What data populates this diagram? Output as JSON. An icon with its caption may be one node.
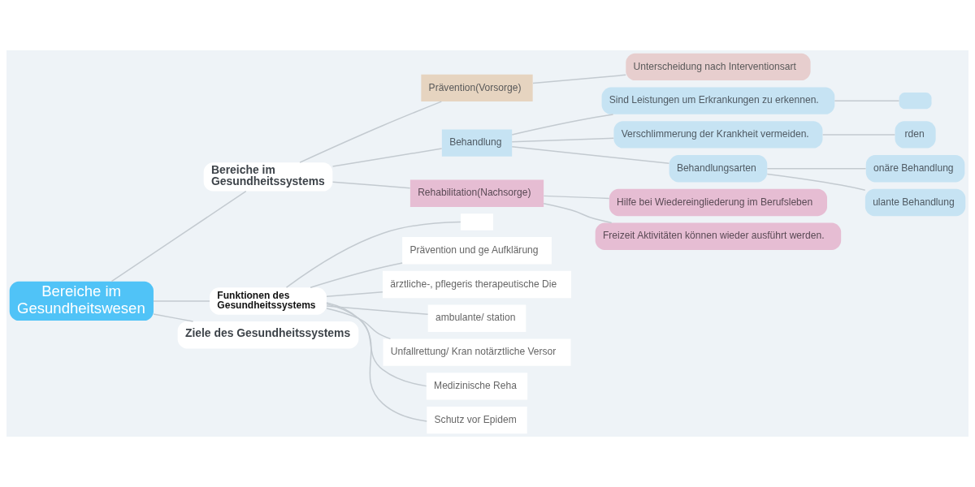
{
  "diagram": {
    "nodes": [
      {
        "text": [
          "Bereiche im Gesundheitswesen"
        ]
      },
      {
        "text": [
          "Bereiche im Gesundheitssystems"
        ]
      },
      {
        "text": [
          "Prävention(Vorsorge)"
        ]
      },
      {
        "text": [
          "Unterscheidung nach Interventionsart"
        ]
      },
      {
        "text": [
          "Behandlung"
        ]
      },
      {
        "text": [
          "Sind Leistungen um Erkrankungen zu erkennen."
        ]
      },
      {
        "text": [],
        "shape": "box"
      },
      {
        "text": [
          "Verschlimmerung der Krankheit vermeiden."
        ]
      },
      {
        "text": [
          "rden"
        ]
      },
      {
        "text": [
          "Behandlungsarten"
        ]
      },
      {
        "text": [
          "onäre Behandlung"
        ]
      },
      {
        "text": [
          "ulante Behandlung"
        ]
      },
      {
        "text": [
          "Rehabilitation(Nachsorge)"
        ]
      },
      {
        "text": [
          "Hilfe bei Wiedereingliederung im Berufsleben"
        ]
      },
      {
        "text": [
          "Freizeit Aktivitäten können wieder ausführt werden."
        ]
      },
      {
        "text": [
          "Funktionen des Gesundheitssystems"
        ]
      },
      {
        "text": [],
        "shape": "box"
      },
      {
        "text": [
          "Prävention und ge Aufklärung"
        ]
      },
      {
        "text": [
          "ärztliche-, pflegeris therapeutische Die"
        ]
      },
      {
        "text": [
          "ambulante/ station"
        ]
      },
      {
        "text": [
          "Unfallrettung/ Kran notärztliche Versor"
        ]
      },
      {
        "text": [
          "Medizinische Reha"
        ]
      },
      {
        "text": [
          "Schutz vor Epidem"
        ]
      },
      {
        "text": [
          "Ziele des Gesundheitssystems"
        ]
      }
    ],
    "edges": [
      {
        "from": 0,
        "to": 1,
        "arrow": "none"
      },
      {
        "from": 1,
        "to": 2,
        "arrow": "none"
      },
      {
        "from": 2,
        "to": 3,
        "arrow": "none"
      },
      {
        "from": 1,
        "to": 4,
        "arrow": "none"
      },
      {
        "from": 4,
        "to": 5,
        "arrow": "none"
      },
      {
        "from": 5,
        "to": 6,
        "arrow": "none"
      },
      {
        "from": 4,
        "to": 7,
        "arrow": "none"
      },
      {
        "from": 7,
        "to": 8,
        "arrow": "none"
      },
      {
        "from": 4,
        "to": 9,
        "arrow": "none"
      },
      {
        "from": 9,
        "to": 10,
        "arrow": "none"
      },
      {
        "from": 9,
        "to": 11,
        "arrow": "none"
      },
      {
        "from": 1,
        "to": 12,
        "arrow": "none"
      },
      {
        "from": 12,
        "to": 13,
        "arrow": "none"
      },
      {
        "from": 12,
        "to": 14,
        "arrow": "none"
      },
      {
        "from": 0,
        "to": 15,
        "arrow": "none"
      },
      {
        "from": 15,
        "to": 16,
        "arrow": "none"
      },
      {
        "from": 15,
        "to": 17,
        "arrow": "none"
      },
      {
        "from": 15,
        "to": 18,
        "arrow": "none"
      },
      {
        "from": 15,
        "to": 19,
        "arrow": "none"
      },
      {
        "from": 15,
        "to": 20,
        "arrow": "none"
      },
      {
        "from": 15,
        "to": 21,
        "arrow": "none"
      },
      {
        "from": 15,
        "to": 22,
        "arrow": "none"
      },
      {
        "from": 0,
        "to": 23,
        "arrow": "none"
      }
    ]
  }
}
